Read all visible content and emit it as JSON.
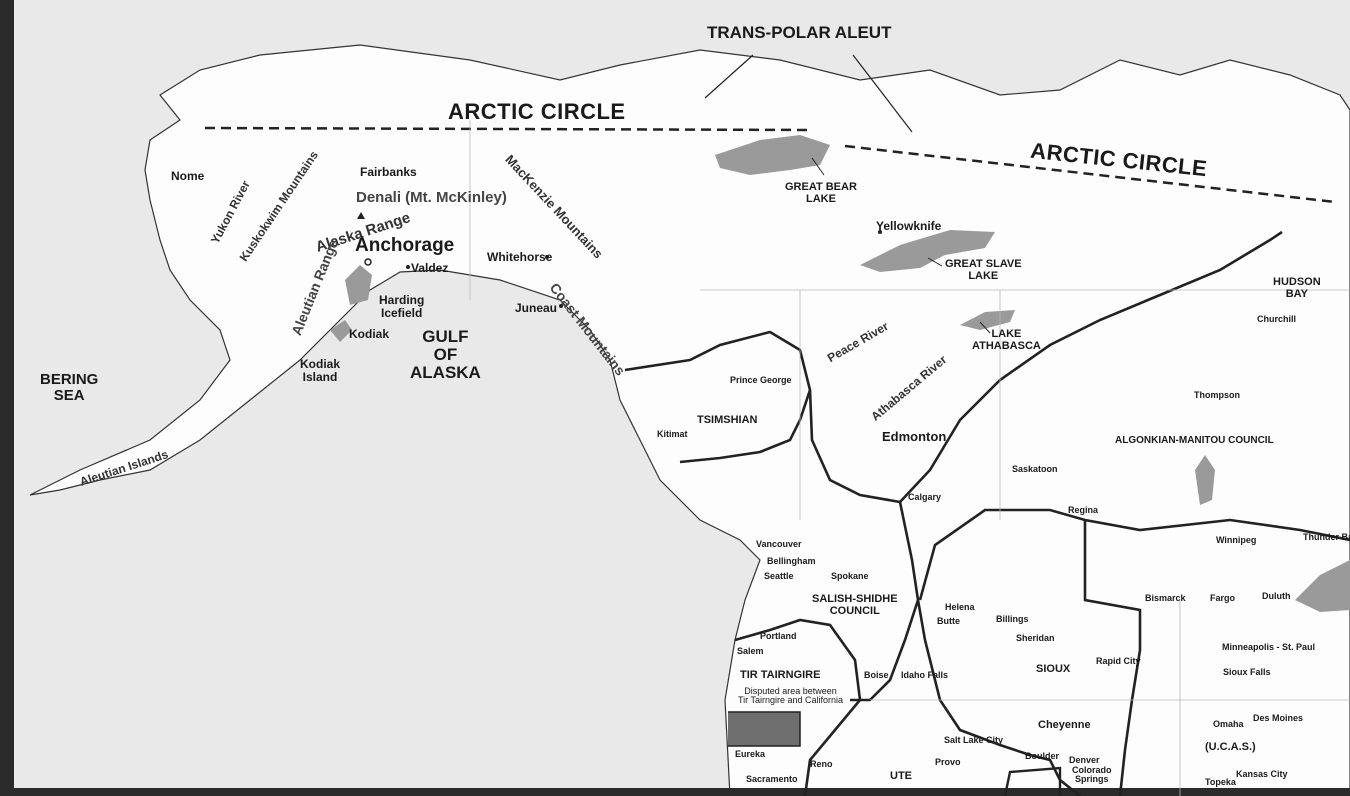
{
  "colors": {
    "background": "#e9e9e9",
    "land": "#fdfdfd",
    "water_features": "#9a9a9a",
    "borders": "#222222",
    "left_edge": "#2b2b2b"
  },
  "regions": {
    "arctic_circle_west": "ARCTIC CIRCLE",
    "arctic_circle_east": "ARCTIC CIRCLE",
    "trans_polar_aleut": "TRANS-POLAR ALEUT",
    "tsimshian": "TSIMSHIAN",
    "salish_shidhe_line1": "SALISH-SHIDHE",
    "salish_shidhe_line2": "COUNCIL",
    "algonkian": "ALGONKIAN-MANITOU COUNCIL",
    "tir_tairngire": "TIR TAIRNGIRE",
    "disputed_line1": "Disputed area between",
    "disputed_line2": "Tir Tairngire and California",
    "sioux": "SIOUX",
    "ucas": "(U.C.A.S.)",
    "ute": "UTE"
  },
  "water": {
    "bering_line1": "BERING",
    "bering_line2": "SEA",
    "gulf_line1": "GULF",
    "gulf_line2": "OF",
    "gulf_line3": "ALASKA",
    "great_bear_line1": "GREAT BEAR",
    "great_bear_line2": "LAKE",
    "great_slave_line1": "GREAT SLAVE",
    "great_slave_line2": "LAKE",
    "lake_athabasca_line1": "LAKE",
    "lake_athabasca_line2": "ATHABASCA",
    "hudson_line1": "HUDSON",
    "hudson_line2": "BAY"
  },
  "physical": {
    "yukon_river": "Yukon River",
    "kuskokwim": "Kuskokwim Mountains",
    "denali": "Denali (Mt. McKinley)",
    "alaska_range": "Alaska Range",
    "aleutian_range": "Aleutian Range",
    "mackenzie": "MacKenzie Mountains",
    "coast_mountains": "Coast Mountains",
    "peace_river": "Peace River",
    "athabasca_river": "Athabasca River",
    "aleutian_islands": "Aleutian Islands",
    "harding_line1": "Harding",
    "harding_line2": "Icefield",
    "kodiak_island_line1": "Kodiak",
    "kodiak_island_line2": "Island"
  },
  "cities": {
    "nome": "Nome",
    "fairbanks": "Fairbanks",
    "anchorage": "Anchorage",
    "valdez": "Valdez",
    "whitehorse": "Whitehorse",
    "juneau": "Juneau",
    "kodiak": "Kodiak",
    "yellowknife": "Yellowknife",
    "churchill": "Churchill",
    "thompson": "Thompson",
    "prince_george": "Prince George",
    "kitimat": "Kitimat",
    "edmonton": "Edmonton",
    "saskatoon": "Saskatoon",
    "calgary": "Calgary",
    "regina": "Regina",
    "winnipeg": "Winnipeg",
    "thunder_bay": "Thunder Bay",
    "vancouver": "Vancouver",
    "bellingham": "Bellingham",
    "seattle": "Seattle",
    "spokane": "Spokane",
    "helena": "Helena",
    "butte": "Butte",
    "billings": "Billings",
    "sheridan": "Sheridan",
    "bismarck": "Bismarck",
    "fargo": "Fargo",
    "duluth": "Duluth",
    "minneapolis": "Minneapolis - St. Paul",
    "portland": "Portland",
    "salem": "Salem",
    "boise": "Boise",
    "idaho_falls": "Idaho Falls",
    "rapid_city": "Rapid City",
    "sioux_falls": "Sioux Falls",
    "cheyenne": "Cheyenne",
    "omaha": "Omaha",
    "des_moines": "Des Moines",
    "salt_lake_city": "Salt Lake City",
    "provo": "Provo",
    "boulder": "Boulder",
    "denver": "Denver",
    "colorado_springs_line1": "Colorado",
    "colorado_springs_line2": "Springs",
    "eureka": "Eureka",
    "reno": "Reno",
    "sacramento": "Sacramento",
    "topeka": "Topeka",
    "kansas_city": "Kansas City"
  }
}
